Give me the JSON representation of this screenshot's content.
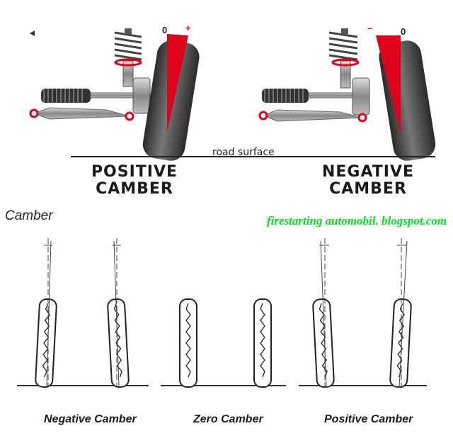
{
  "top_diagram": {
    "road_label": "road surface",
    "positive": {
      "label_line1": "POSITIVE",
      "label_line2": "CAMBER",
      "mark_zero": "0",
      "mark_sign": "+"
    },
    "negative": {
      "label_line1": "NEGATIVE",
      "label_line2": "CAMBER",
      "mark_sign": "–",
      "mark_zero": "0"
    },
    "accent_color": "#e0001a"
  },
  "bottom_diagram": {
    "title": "Camber",
    "captions": {
      "negative": "Negative Camber",
      "zero": "Zero Camber",
      "positive": "Positive Camber"
    }
  },
  "watermark": {
    "text": "firestarting automobil. blogspot.com",
    "color": "#00e61a"
  }
}
